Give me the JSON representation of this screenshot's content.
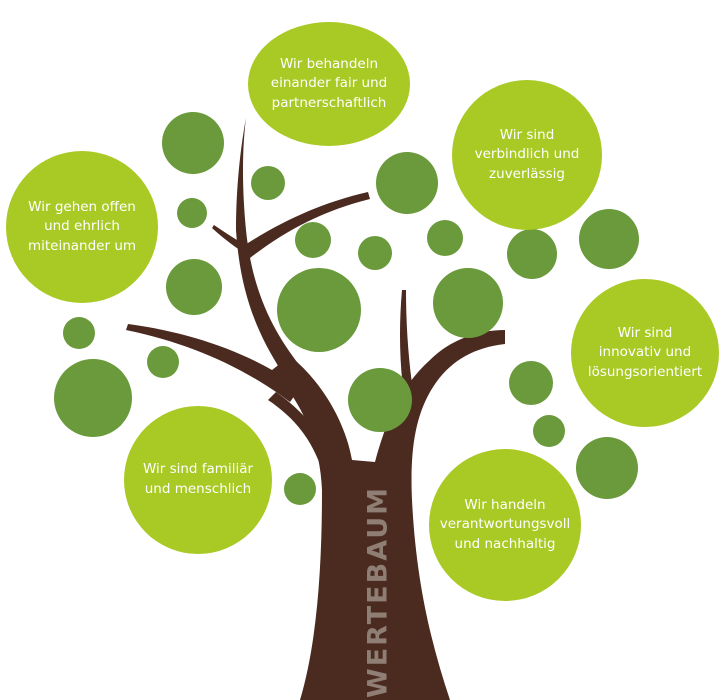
{
  "tree_label": "WERTEBAUM",
  "values": [
    {
      "id": "fair",
      "text": "Wir behandeln\neinander fair und\npartnerschaftlich"
    },
    {
      "id": "verbindlich",
      "text": "Wir sind\nverbindlich und\nzuverlässig"
    },
    {
      "id": "offen",
      "text": "Wir gehen offen\nund ehrlich\nmiteinander um"
    },
    {
      "id": "innovativ",
      "text": "Wir sind\ninnovativ und\nlösungsorientiert"
    },
    {
      "id": "familiaer",
      "text": "Wir sind familiär\nund menschlich"
    },
    {
      "id": "verantwortung",
      "text": "Wir handeln\nverantwortungsvoll\nund nachhaltig"
    }
  ],
  "colors": {
    "trunk": "#4b2a20",
    "leaf_light": "#a9c925",
    "leaf_dark": "#6a9a3b",
    "label": "#8e7e74",
    "text": "#ffffff"
  }
}
